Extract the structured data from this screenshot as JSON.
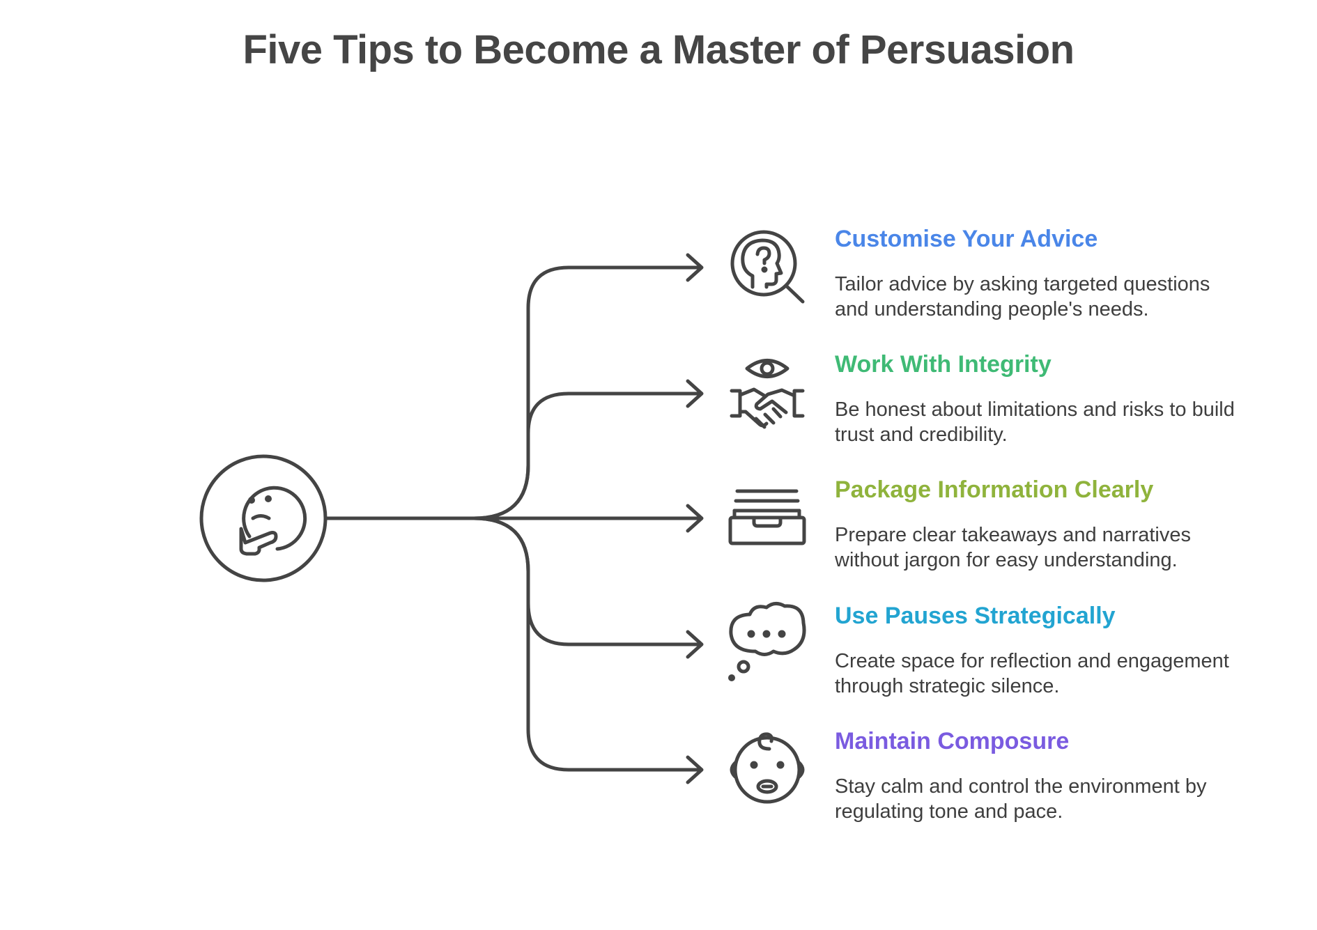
{
  "title": "Five Tips to Become a Master of Persuasion",
  "center_icon": "thinking-face-icon",
  "line_color": "#444444",
  "tips": [
    {
      "title": "Customise Your Advice",
      "description": "Tailor advice by asking targeted questions and understanding people's needs.",
      "color": "#4a86e8",
      "icon": "head-question-search-icon"
    },
    {
      "title": "Work With Integrity",
      "description": "Be honest about limitations and risks to build trust and credibility.",
      "color": "#3fba75",
      "icon": "eye-handshake-icon"
    },
    {
      "title": "Package Information Clearly",
      "description": "Prepare clear takeaways and narratives without jargon for easy understanding.",
      "color": "#8fb33c",
      "icon": "stacked-tray-icon"
    },
    {
      "title": "Use Pauses Strategically",
      "description": "Create space for reflection and engagement through strategic silence.",
      "color": "#22a4d1",
      "icon": "thought-bubble-icon"
    },
    {
      "title": "Maintain Composure",
      "description": "Stay calm and control the environment by regulating tone and pace.",
      "color": "#7a5be0",
      "icon": "calm-baby-face-icon"
    }
  ]
}
